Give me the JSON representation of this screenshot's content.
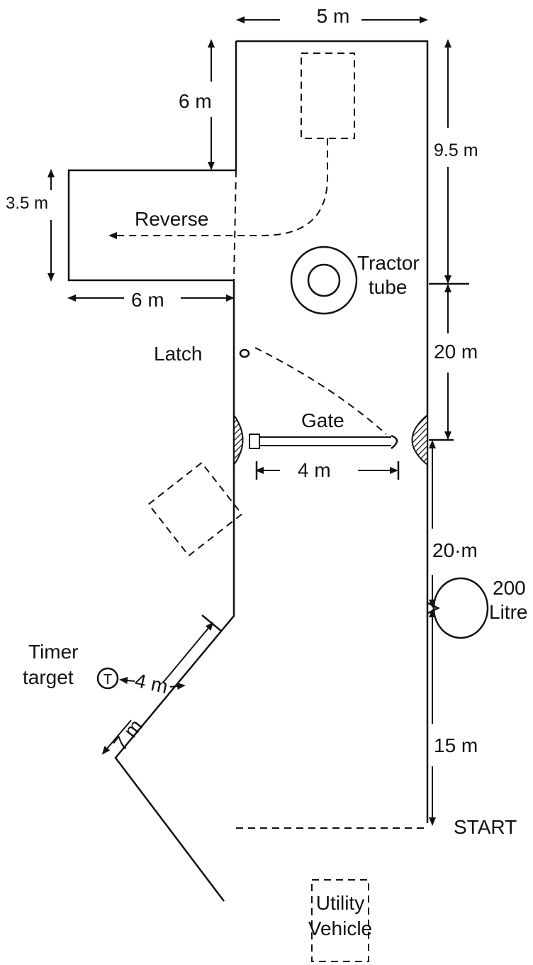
{
  "labels": {
    "top_width": "5 m",
    "left_upper": "6 m",
    "right_upper": "9.5 m",
    "bay_height": "3.5 m",
    "reverse": "Reverse",
    "bay_width": "6 m",
    "tractor_line1": "Tractor",
    "tractor_line2": "tube",
    "latch": "Latch",
    "right_mid": "20 m",
    "gate": "Gate",
    "gate_width": "4 m",
    "right_lower": "20·m",
    "drum_line1": "200",
    "drum_line2": "Litre",
    "timer_line1": "Timer",
    "timer_line2": "target",
    "timer_symbol": "T",
    "timer_distance": "4 m",
    "angled_distance": "7 m",
    "right_bottom": "15 m",
    "start": "START",
    "vehicle_line1": "Utility",
    "vehicle_line2": "Vehicle"
  },
  "colors": {
    "ink": "#111111",
    "background": "#ffffff"
  },
  "icons": [
    "tractor-tube-icon",
    "drum-icon",
    "timer-target-icon",
    "gate-post-icon"
  ]
}
